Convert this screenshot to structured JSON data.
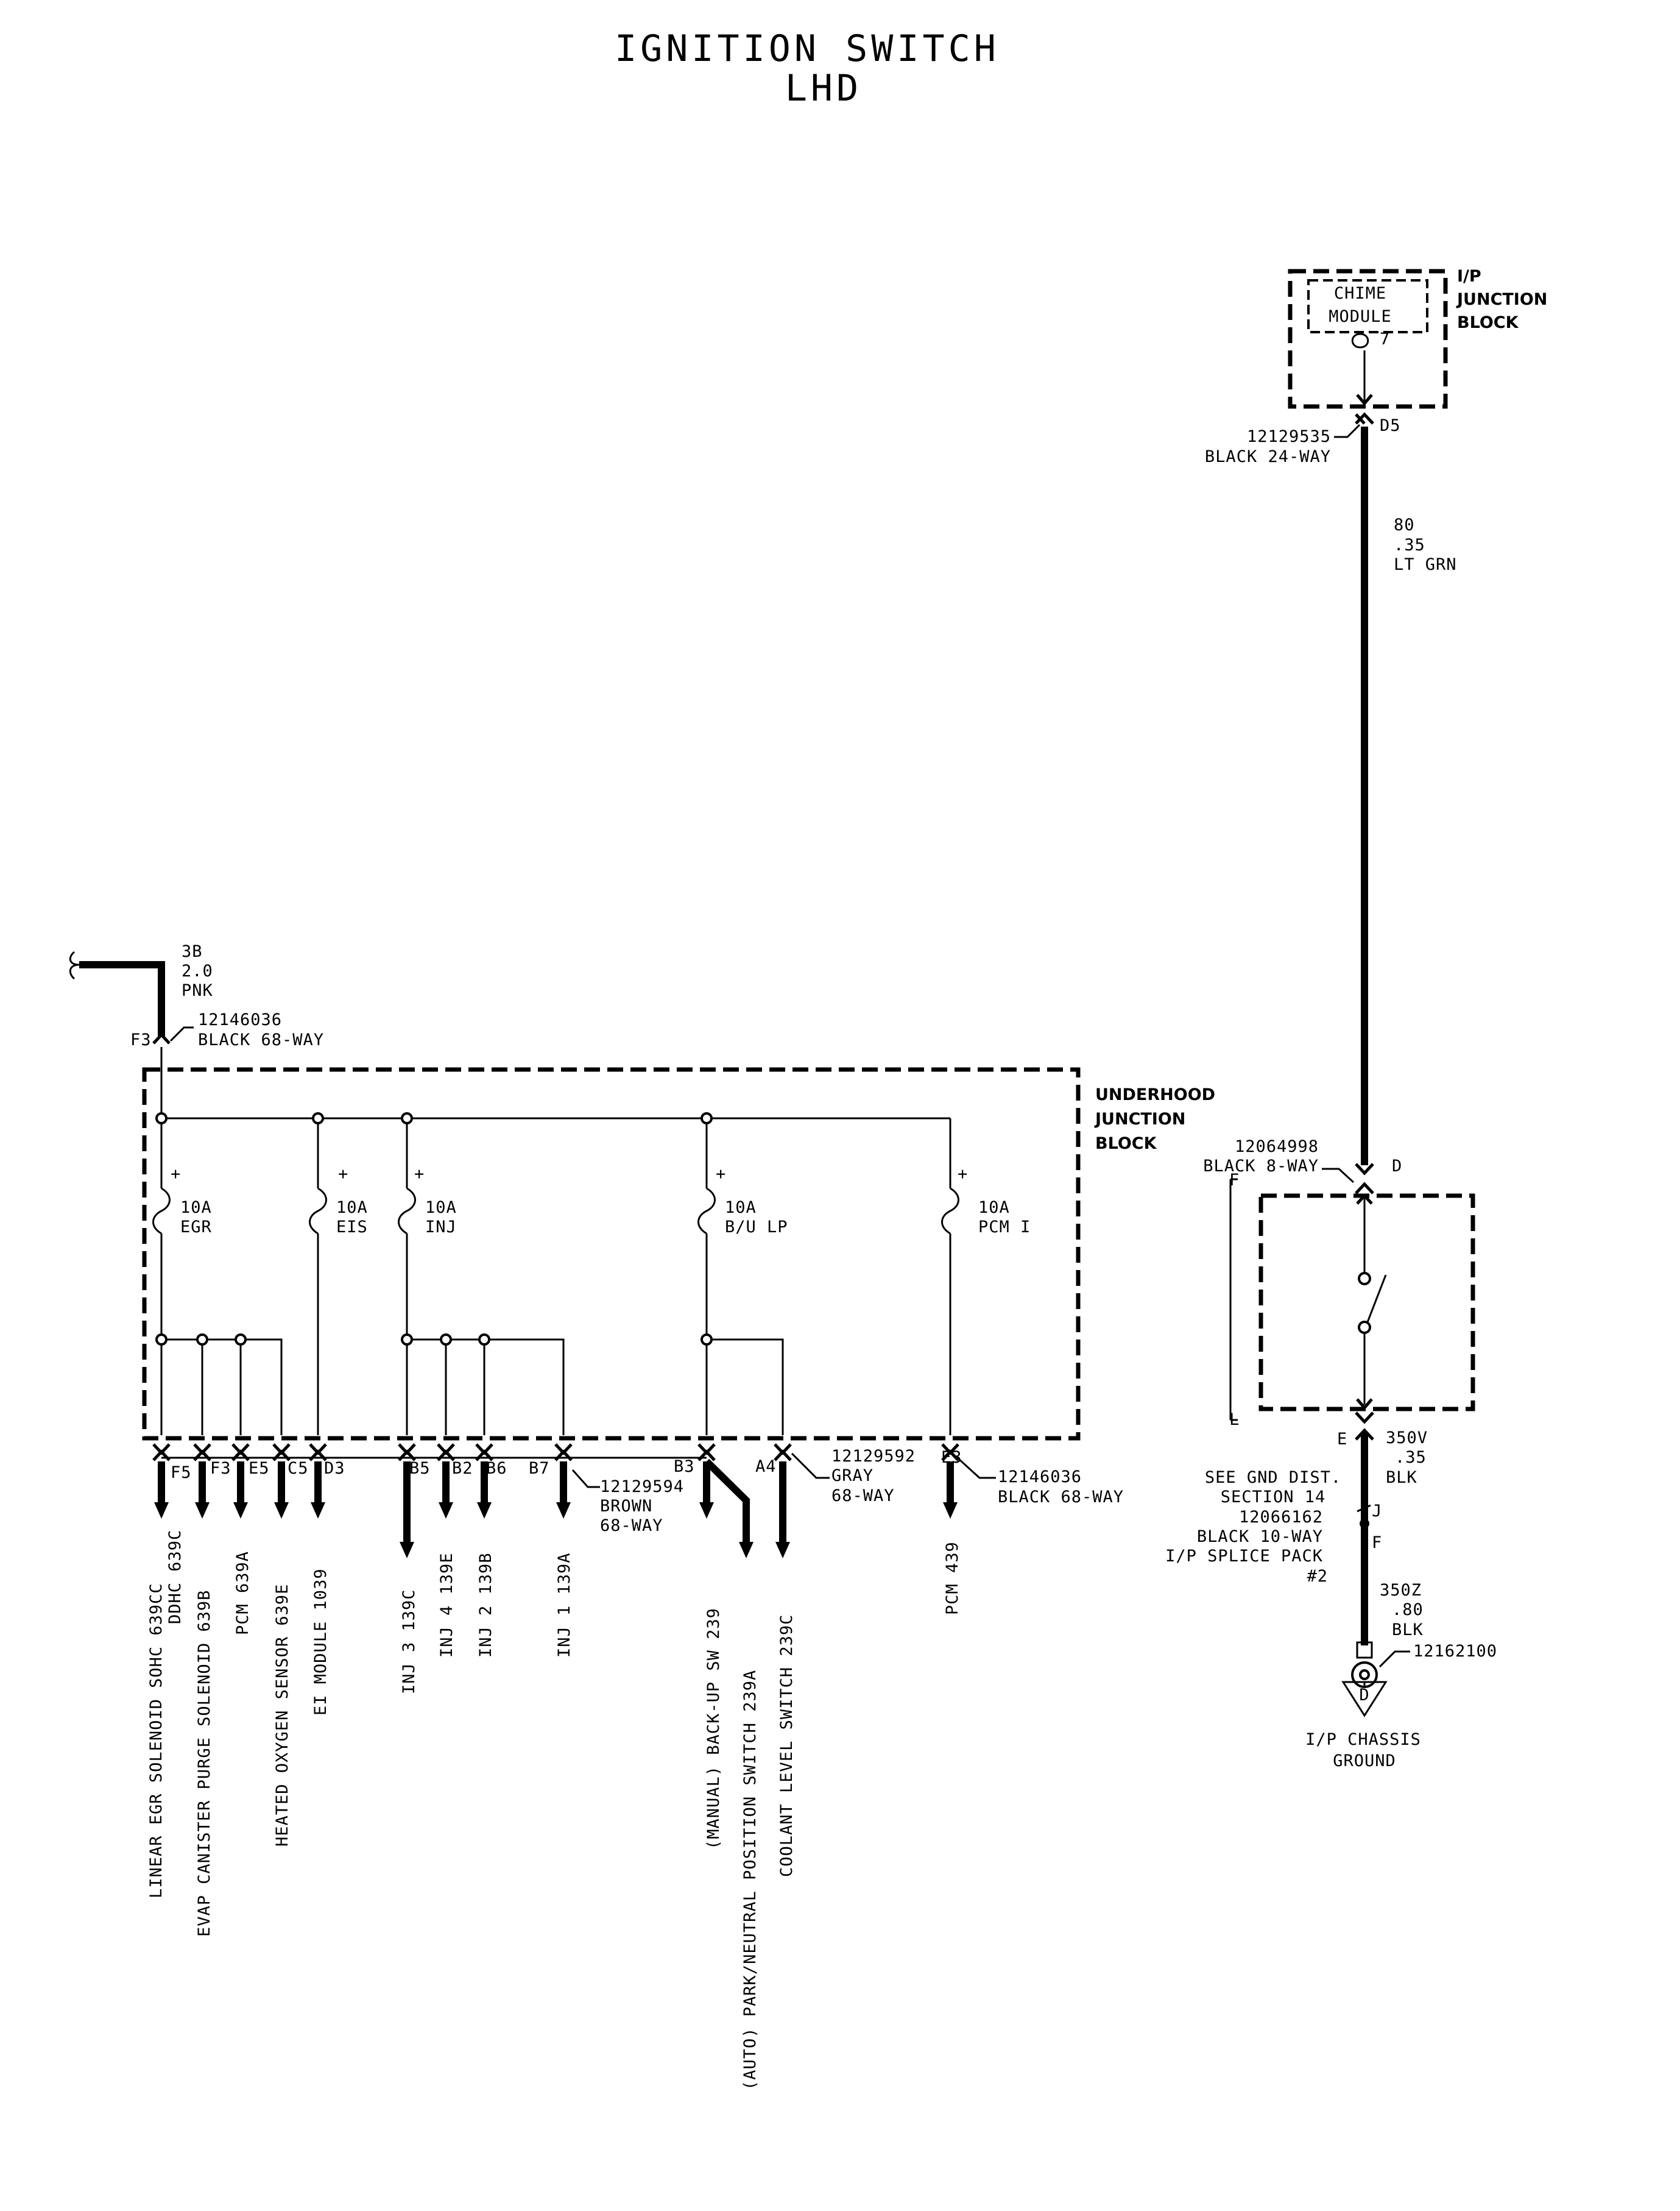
{
  "title": {
    "line1": "IGNITION SWITCH",
    "line2": "LHD"
  },
  "input_wire": {
    "circuit": "3B",
    "gauge": "2.0",
    "color": "PNK",
    "pin": "F3",
    "connector_part": "12146036",
    "connector_desc": "BLACK 68-WAY"
  },
  "underhood_block": {
    "line1": "UNDERHOOD",
    "line2": "JUNCTION",
    "line3": "BLOCK"
  },
  "fuses": [
    {
      "plus": "+",
      "rating": "10A",
      "name": "EGR"
    },
    {
      "plus": "+",
      "rating": "10A",
      "name": "EIS"
    },
    {
      "plus": "+",
      "rating": "10A",
      "name": "INJ"
    },
    {
      "plus": "+",
      "rating": "10A",
      "name": "B/U LP"
    },
    {
      "plus": "+",
      "rating": "10A",
      "name": "PCM I"
    }
  ],
  "pins": [
    "F5",
    "F3",
    "E5",
    "C5",
    "D3",
    "B5",
    "B2",
    "B6",
    "B7",
    "B3",
    "A4",
    "E3"
  ],
  "connectors": {
    "brown": {
      "part": "12129594",
      "color": "BROWN",
      "desc": "68-WAY"
    },
    "gray": {
      "part": "12129592",
      "color": "GRAY",
      "desc": "68-WAY"
    },
    "black": {
      "part": "12146036",
      "desc": "BLACK 68-WAY"
    }
  },
  "destinations": [
    {
      "line1": "LINEAR EGR SOLENOID SOHC 639CC",
      "line2": "DDHC 639C"
    },
    {
      "line1": "EVAP CANISTER PURGE SOLENOID 639B"
    },
    {
      "line1": "PCM 639A"
    },
    {
      "line1": "HEATED OXYGEN SENSOR 639E"
    },
    {
      "line1": "EI MODULE 1039"
    },
    {
      "line1": "INJ 3 139C"
    },
    {
      "line1": "INJ 4 139E"
    },
    {
      "line1": "INJ 2 139B"
    },
    {
      "line1": "INJ 1 139A"
    },
    {
      "line1": "(MANUAL) BACK-UP SW 239"
    },
    {
      "line1": "(AUTO) PARK/NEUTRAL POSITION SWITCH 239A"
    },
    {
      "line1": "COOLANT LEVEL SWITCH 239C"
    },
    {
      "line1": "PCM 439"
    }
  ],
  "ip_block": {
    "chime_line1": "CHIME",
    "chime_line2": "MODULE",
    "chime_pin": "7",
    "label1": "I/P",
    "label2": "JUNCTION",
    "label3": "BLOCK",
    "pin": "D5",
    "connector_part": "12129535",
    "connector_desc": "BLACK 24-WAY"
  },
  "wire_80": {
    "circuit": "80",
    "gauge": ".35",
    "color": "LT GRN"
  },
  "switch": {
    "part": "12064998",
    "desc": "BLACK 8-WAY",
    "pin_top": "D",
    "pin_bottom": "E",
    "side_top": "F",
    "side_bottom": "L"
  },
  "wire_350v": {
    "circuit": "350V",
    "gauge": ".35",
    "color": "BLK"
  },
  "splice": {
    "see1": "SEE GND DIST.",
    "see2": "SECTION 14",
    "part": "12066162",
    "desc1": "BLACK 10-WAY",
    "desc2": "I/P SPLICE PACK",
    "num": "#2",
    "pin_j": "J",
    "pin_f": "F"
  },
  "wire_350z": {
    "circuit": "350Z",
    "gauge": ".80",
    "color": "BLK",
    "terminal_part": "12162100"
  },
  "ground": {
    "id": "D",
    "line1": "I/P CHASSIS",
    "line2": "GROUND"
  }
}
